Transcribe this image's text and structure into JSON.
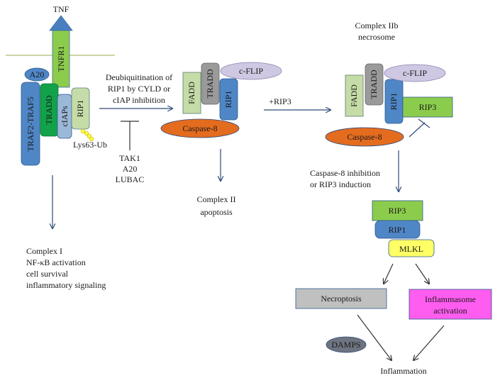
{
  "colors": {
    "arrow": "#2e4a78",
    "membrane": "#b8c98a",
    "tnf": "#4a7fbf",
    "green": "#8ccc4c",
    "dark_green": "#12a24a",
    "blue": "#4f86c6",
    "light_blue": "#9bb8d8",
    "pale_green": "#c6dca8",
    "gray": "#9a9a9a",
    "lavender": "#cfc8e2",
    "orange": "#e46c1e",
    "yellow": "#ffff66",
    "magenta": "#ff5cf0",
    "light_gray": "#c0c0c0",
    "dark_gray": "#6e7480"
  },
  "labels": {
    "tnf": "TNF",
    "tnfr1": "TNFR1",
    "a20": "A20",
    "traf": "TRAF2-TRAF5",
    "tradd": "TRADD",
    "ciaps": "cIAPs",
    "rip1": "RIP1",
    "lys63": "Lys63-Ub",
    "deubiq_1": "Deubiquitination of",
    "deubiq_2": "RIP1 by CYLD or",
    "deubiq_3": "cIAP inhibition",
    "tak1": "TAK1",
    "a20b": "A20",
    "lubac": "LUBAC",
    "complex1_1": "Complex I",
    "complex1_2": "NF-κB activation",
    "complex1_3": "cell survival",
    "complex1_4": "inflammatory signaling",
    "fadd": "FADD",
    "cflip": "c-FLIP",
    "caspase8": "Caspase-8",
    "complex2_1": "Complex II",
    "complex2_2": "apoptosis",
    "plus_rip3": "+RIP3",
    "complex2b_1": "Complex IIb",
    "complex2b_2": "necrosome",
    "rip3": "RIP3",
    "casp_inhib_1": "Caspase-8 inhibition",
    "casp_inhib_2": "or RIP3 induction",
    "mlkl": "MLKL",
    "necroptosis": "Necroptosis",
    "inflammasome_1": "Inflammasome",
    "inflammasome_2": "activation",
    "damps": "DAMPS",
    "inflammation": "Inflammation"
  }
}
